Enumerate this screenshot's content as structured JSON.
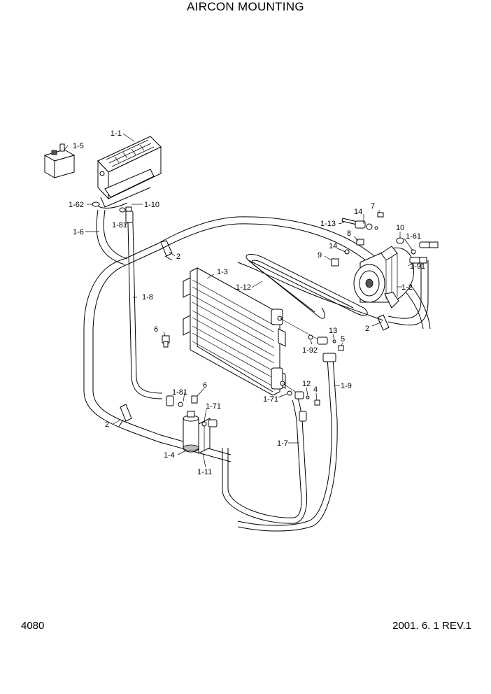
{
  "header": {
    "title": "AIRCON MOUNTING"
  },
  "footer": {
    "page_number": "4080",
    "revision": "2001. 6. 1 REV.1"
  },
  "callouts": {
    "c1_1": "1-1",
    "c1_5": "1-5",
    "c1_62": "1-62",
    "c1_10": "1-10",
    "c1_6": "1-6",
    "c1_81a": "1-81",
    "c1_13": "1-13",
    "c14a": "14",
    "c7": "7",
    "c10": "10",
    "c8": "8",
    "c1_61": "1-61",
    "c14b": "14",
    "c9": "9",
    "c1_91": "1-91",
    "c2a": "2",
    "c1_3": "1-3",
    "c1_12": "1-12",
    "c1_2": "1-2",
    "c1_8": "1-8",
    "c6a": "6",
    "c13": "13",
    "c5": "5",
    "c1_92": "1-92",
    "c2b": "2",
    "c1_9": "1-9",
    "c12": "12",
    "c4": "4",
    "c1_81b": "1-81",
    "c6b": "6",
    "c1_71a": "1-71",
    "c1_71b": "1-71",
    "c2c": "2",
    "c1_7": "1-7",
    "c1_4": "1-4",
    "c1_11": "1-11"
  }
}
